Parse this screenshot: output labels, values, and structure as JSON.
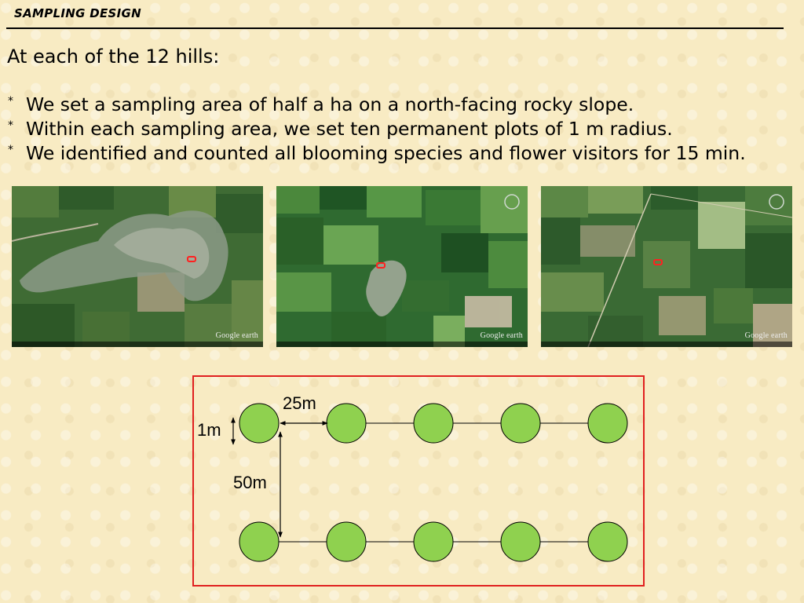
{
  "header": {
    "title": "SAMPLING DESIGN"
  },
  "intro": "At each of the 12 hills:",
  "bullets": [
    "We set a sampling area of half a ha on a north-facing rocky slope.",
    "Within each sampling area, we set ten permanent plots of 1 m radius.",
    "We identified and counted all blooming species and flower visitors for 15 min."
  ],
  "bullet_marker": "*",
  "photos": [
    {
      "label": "Google earth"
    },
    {
      "label": "Google earth"
    },
    {
      "label": "Google earth"
    }
  ],
  "diagram": {
    "plot_spacing_label": "25m",
    "plot_radius_label": "1m",
    "row_spacing_label": "50m",
    "plots_per_row": 5,
    "rows": 2,
    "colors": {
      "plot_fill": "#8fd14f",
      "frame": "#e02020"
    }
  }
}
